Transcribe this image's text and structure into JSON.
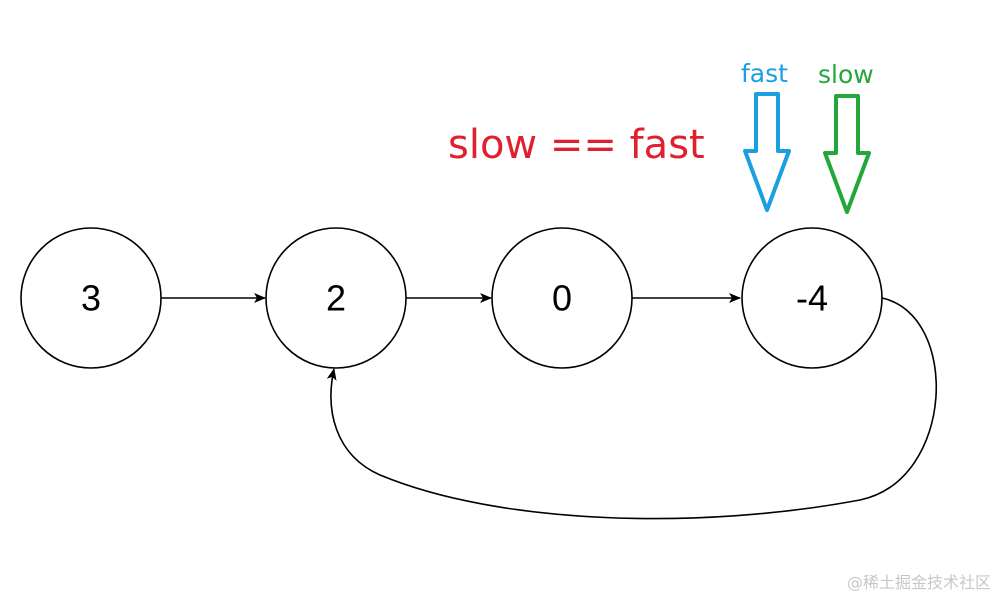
{
  "condition": {
    "text": "slow == fast",
    "color": "#e0202e"
  },
  "nodes": [
    {
      "value": "3"
    },
    {
      "value": "2"
    },
    {
      "value": "0"
    },
    {
      "value": "-4"
    }
  ],
  "pointers": {
    "fast": {
      "label": "fast",
      "color": "#1a9fe0"
    },
    "slow": {
      "label": "slow",
      "color": "#22a83a"
    }
  },
  "watermark": {
    "text": "@稀土掘金技术社区",
    "color": "#c8c8c8"
  }
}
